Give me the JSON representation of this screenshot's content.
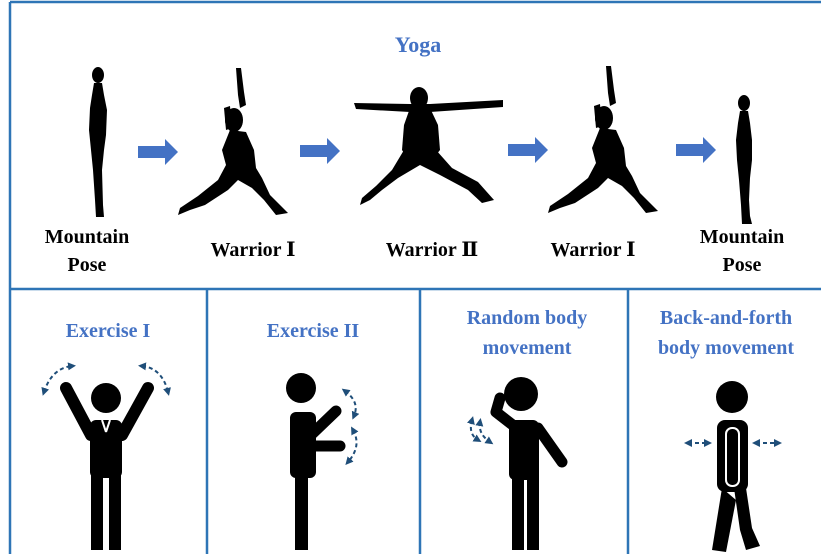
{
  "yoga": {
    "title": "Yoga",
    "poses": [
      {
        "line1": "Mountain",
        "line2": "Pose"
      },
      {
        "line1": "Warrior Ⅰ",
        "line2": ""
      },
      {
        "line1": "Warrior Ⅱ",
        "line2": ""
      },
      {
        "line1": "Warrior Ⅰ",
        "line2": ""
      },
      {
        "line1": "Mountain",
        "line2": "Pose"
      }
    ]
  },
  "exercises": [
    {
      "line1": "Exercise I",
      "line2": ""
    },
    {
      "line1": "Exercise II",
      "line2": ""
    },
    {
      "line1": "Random body",
      "line2": "movement"
    },
    {
      "line1": "Back-and-forth",
      "line2": "body movement"
    }
  ],
  "colors": {
    "border": "#2E75B6",
    "accent": "#4472C4",
    "arrow": "#4472C4",
    "motion": "#1F4E79",
    "figure": "#000000"
  }
}
